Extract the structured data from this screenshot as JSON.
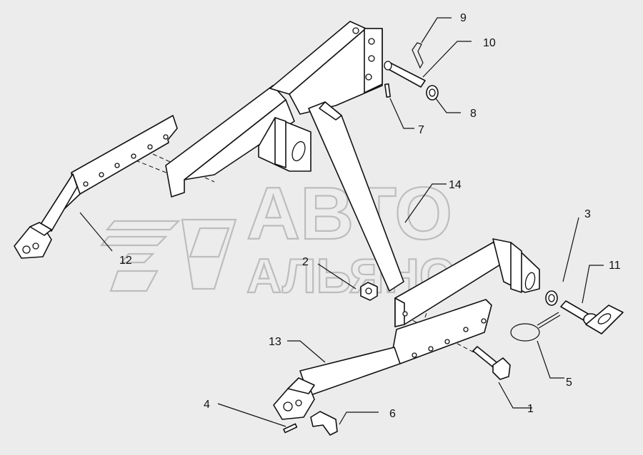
{
  "watermark": {
    "line1": "АВТО",
    "line2": "АЛЬЯНС"
  },
  "callouts": [
    {
      "id": "1",
      "label": "1"
    },
    {
      "id": "2",
      "label": "2"
    },
    {
      "id": "3",
      "label": "3"
    },
    {
      "id": "4",
      "label": "4"
    },
    {
      "id": "5",
      "label": "5"
    },
    {
      "id": "6",
      "label": "6"
    },
    {
      "id": "7",
      "label": "7"
    },
    {
      "id": "8",
      "label": "8"
    },
    {
      "id": "9",
      "label": "9"
    },
    {
      "id": "10",
      "label": "10"
    },
    {
      "id": "11",
      "label": "11"
    },
    {
      "id": "12",
      "label": "12"
    },
    {
      "id": "13",
      "label": "13"
    },
    {
      "id": "14",
      "label": "14"
    }
  ]
}
